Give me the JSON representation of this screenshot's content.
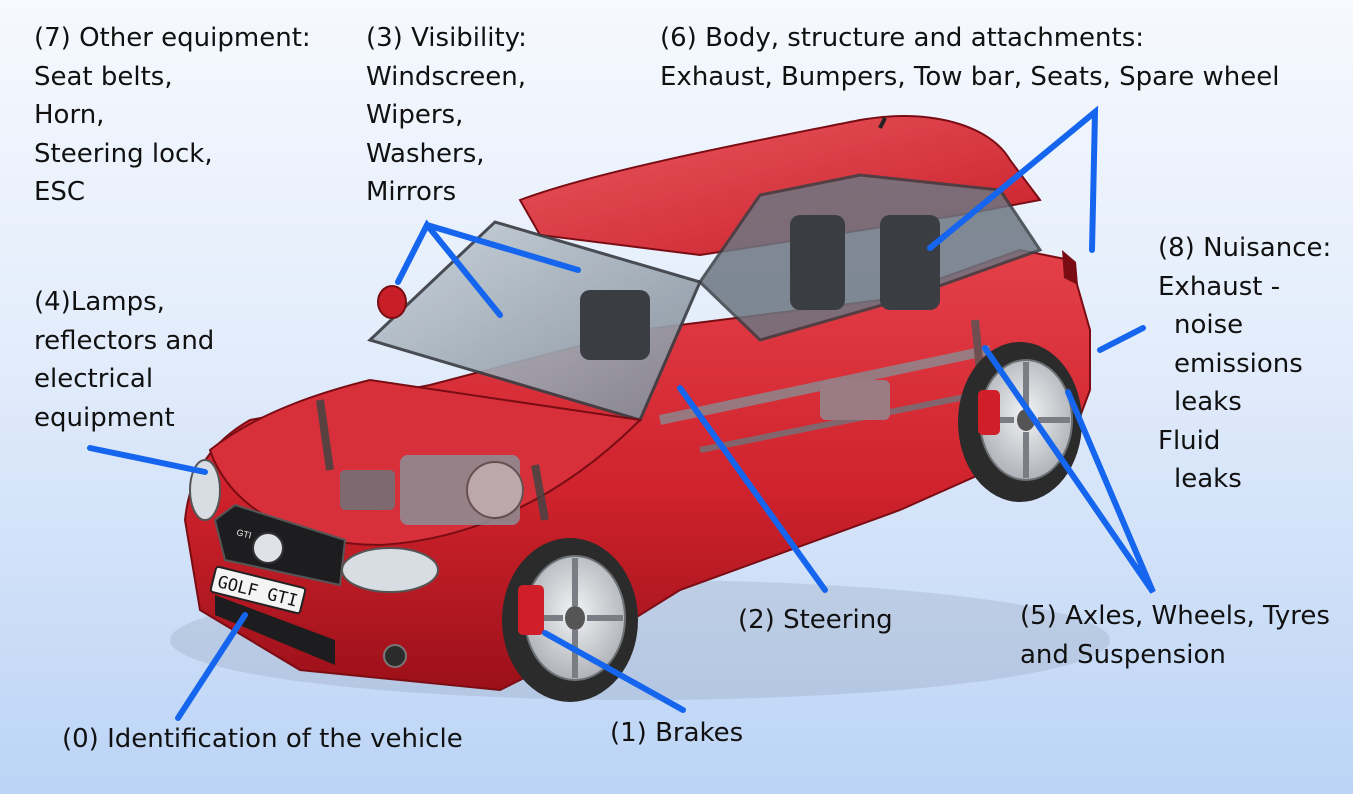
{
  "labels": {
    "other_equipment": {
      "title": "(7) Other equipment:",
      "items": [
        "Seat belts,",
        "Horn,",
        "Steering lock,",
        "ESC"
      ]
    },
    "visibility": {
      "title": "(3) Visibility:",
      "items": [
        "Windscreen,",
        "Wipers,",
        "Washers,",
        "Mirrors"
      ]
    },
    "body_structure": {
      "title": "(6) Body, structure and attachments:",
      "items": [
        "Exhaust, Bumpers, Tow bar, Seats, Spare wheel"
      ]
    },
    "lamps": {
      "lines": [
        "(4)Lamps,",
        "reflectors and",
        "electrical",
        "equipment"
      ]
    },
    "nuisance": {
      "title": "(8) Nuisance:",
      "lines": [
        "Exhaust -",
        "noise",
        "emissions",
        "leaks",
        "Fluid",
        "leaks"
      ]
    },
    "steering": "(2) Steering",
    "axles": {
      "lines": [
        "(5) Axles, Wheels, Tyres",
        "and Suspension"
      ]
    },
    "identification": "(0) Identification of the vehicle",
    "brakes": "(1) Brakes"
  },
  "car": {
    "plate_text": "GOLF GTI",
    "badge_text": "GTI"
  },
  "colors": {
    "pointer": "#1565ee",
    "car_body": "#d32630",
    "car_dark": "#9d121c",
    "tyre": "#2b2b2b",
    "rim": "#c9ccd1",
    "glass": "#9aa6b1"
  }
}
